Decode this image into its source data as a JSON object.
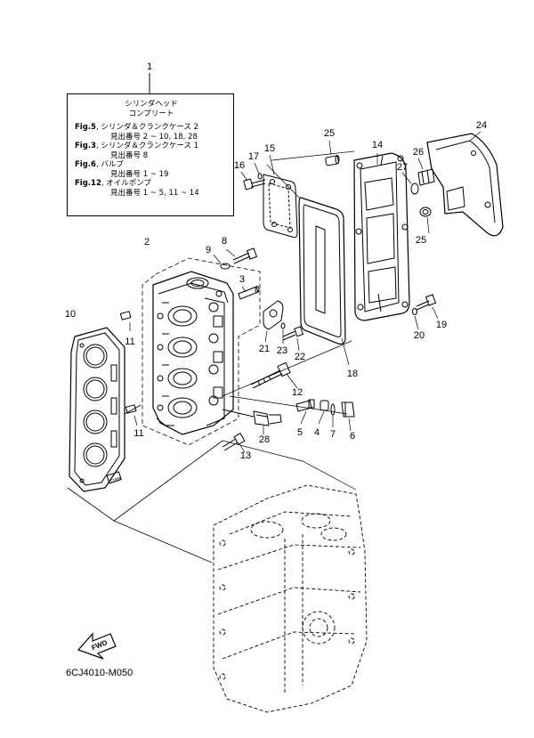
{
  "infobox": {
    "title_line1": "シリンダヘッド",
    "title_line2": "コンプリート",
    "refs": [
      {
        "fig": "Fig.5",
        "desc": "シリンダ＆クランクケース 2",
        "items": "見出番号 2 ~ 10, 18, 28"
      },
      {
        "fig": "Fig.3",
        "desc": "シリンダ＆クランクケース 1",
        "items": "見出番号 8"
      },
      {
        "fig": "Fig.6",
        "desc": "バルブ",
        "items": "見出番号 1 ~ 19"
      },
      {
        "fig": "Fig.12",
        "desc": "オイルポンプ",
        "items": "見出番号 1 ~ 5, 11 ~ 14"
      }
    ]
  },
  "callouts": {
    "c1": "1",
    "c2": "2",
    "c3": "3",
    "c4": "4",
    "c5": "5",
    "c6": "6",
    "c7": "7",
    "c8": "8",
    "c9": "9",
    "c10": "10",
    "c11a": "11",
    "c11b": "11",
    "c12": "12",
    "c13": "13",
    "c14": "14",
    "c15": "15",
    "c16": "16",
    "c17": "17",
    "c18": "18",
    "c19": "19",
    "c20": "20",
    "c21": "21",
    "c22": "22",
    "c23": "23",
    "c24": "24",
    "c25a": "25",
    "c25b": "25",
    "c26": "26",
    "c27": "27",
    "c28": "28"
  },
  "fwd_label": "FWD",
  "gasket_code": "TTBB",
  "diagram_code": "6CJ4010-M050"
}
